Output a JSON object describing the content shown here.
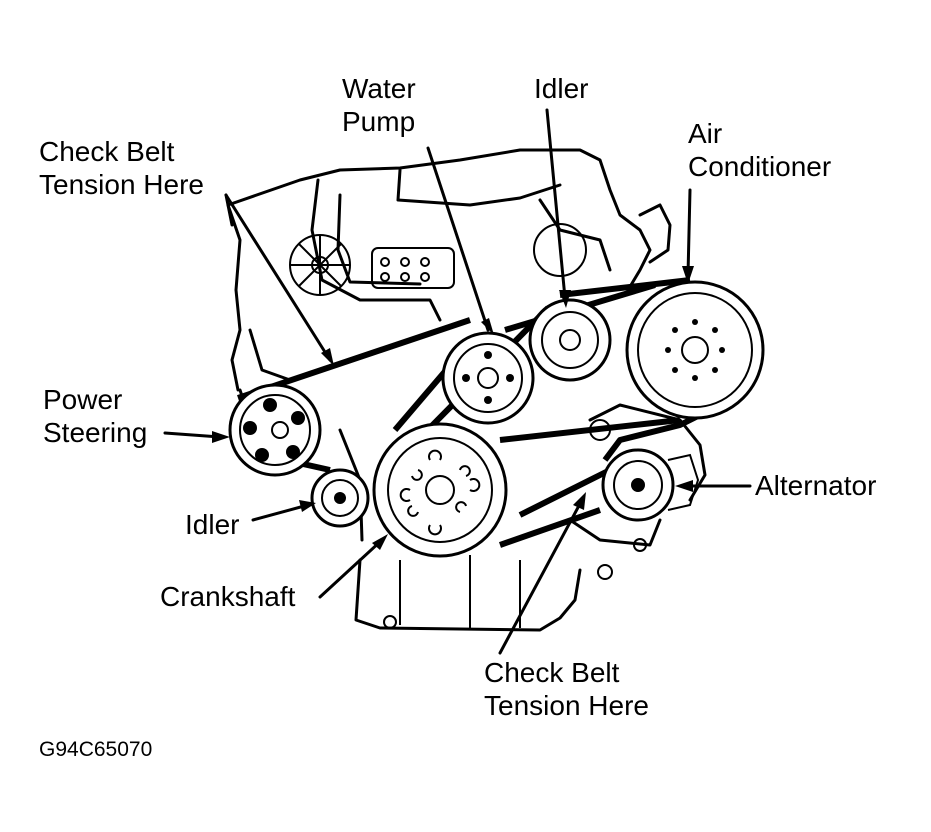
{
  "labels": {
    "water_pump": [
      "Water",
      "Pump"
    ],
    "idler_top": "Idler",
    "air_conditioner": [
      "Air",
      "Conditioner"
    ],
    "check_belt_top": [
      "Check Belt",
      "Tension Here"
    ],
    "power_steering": [
      "Power",
      "Steering"
    ],
    "idler_lower": "Idler",
    "alternator": "Alternator",
    "crankshaft": "Crankshaft",
    "check_belt_bottom": [
      "Check Belt",
      "Tension Here"
    ]
  },
  "figure_code": "G94C65070"
}
